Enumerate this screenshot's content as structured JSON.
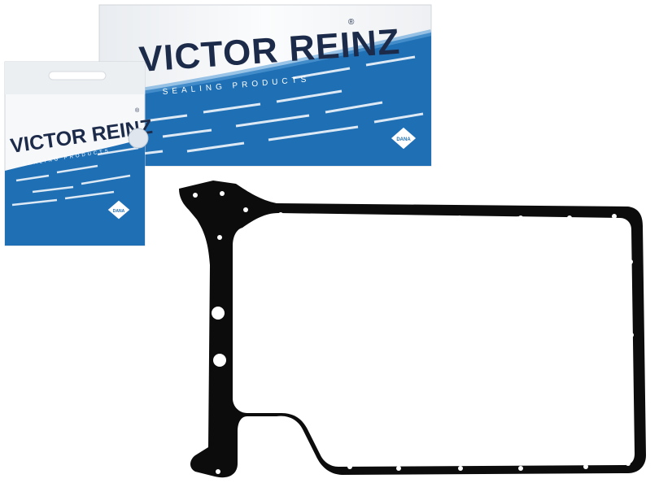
{
  "image": {
    "large_box": {
      "brand": "VICTOR REINZ",
      "registered_mark": "®",
      "tagline": "SEALING PRODUCTS",
      "badge": "DANA"
    },
    "small_box": {
      "brand": "VICTOR REINZ",
      "registered_mark": "®",
      "tagline": "SEALING PRODUCTS",
      "badge": "DANA"
    },
    "colors": {
      "brand_blue": "#1f6fb5",
      "light_blue": "#5aa0d8",
      "text_navy": "#1d2b4a",
      "gasket_black": "#0c0c0c",
      "box_white": "#f7f8fa"
    }
  }
}
